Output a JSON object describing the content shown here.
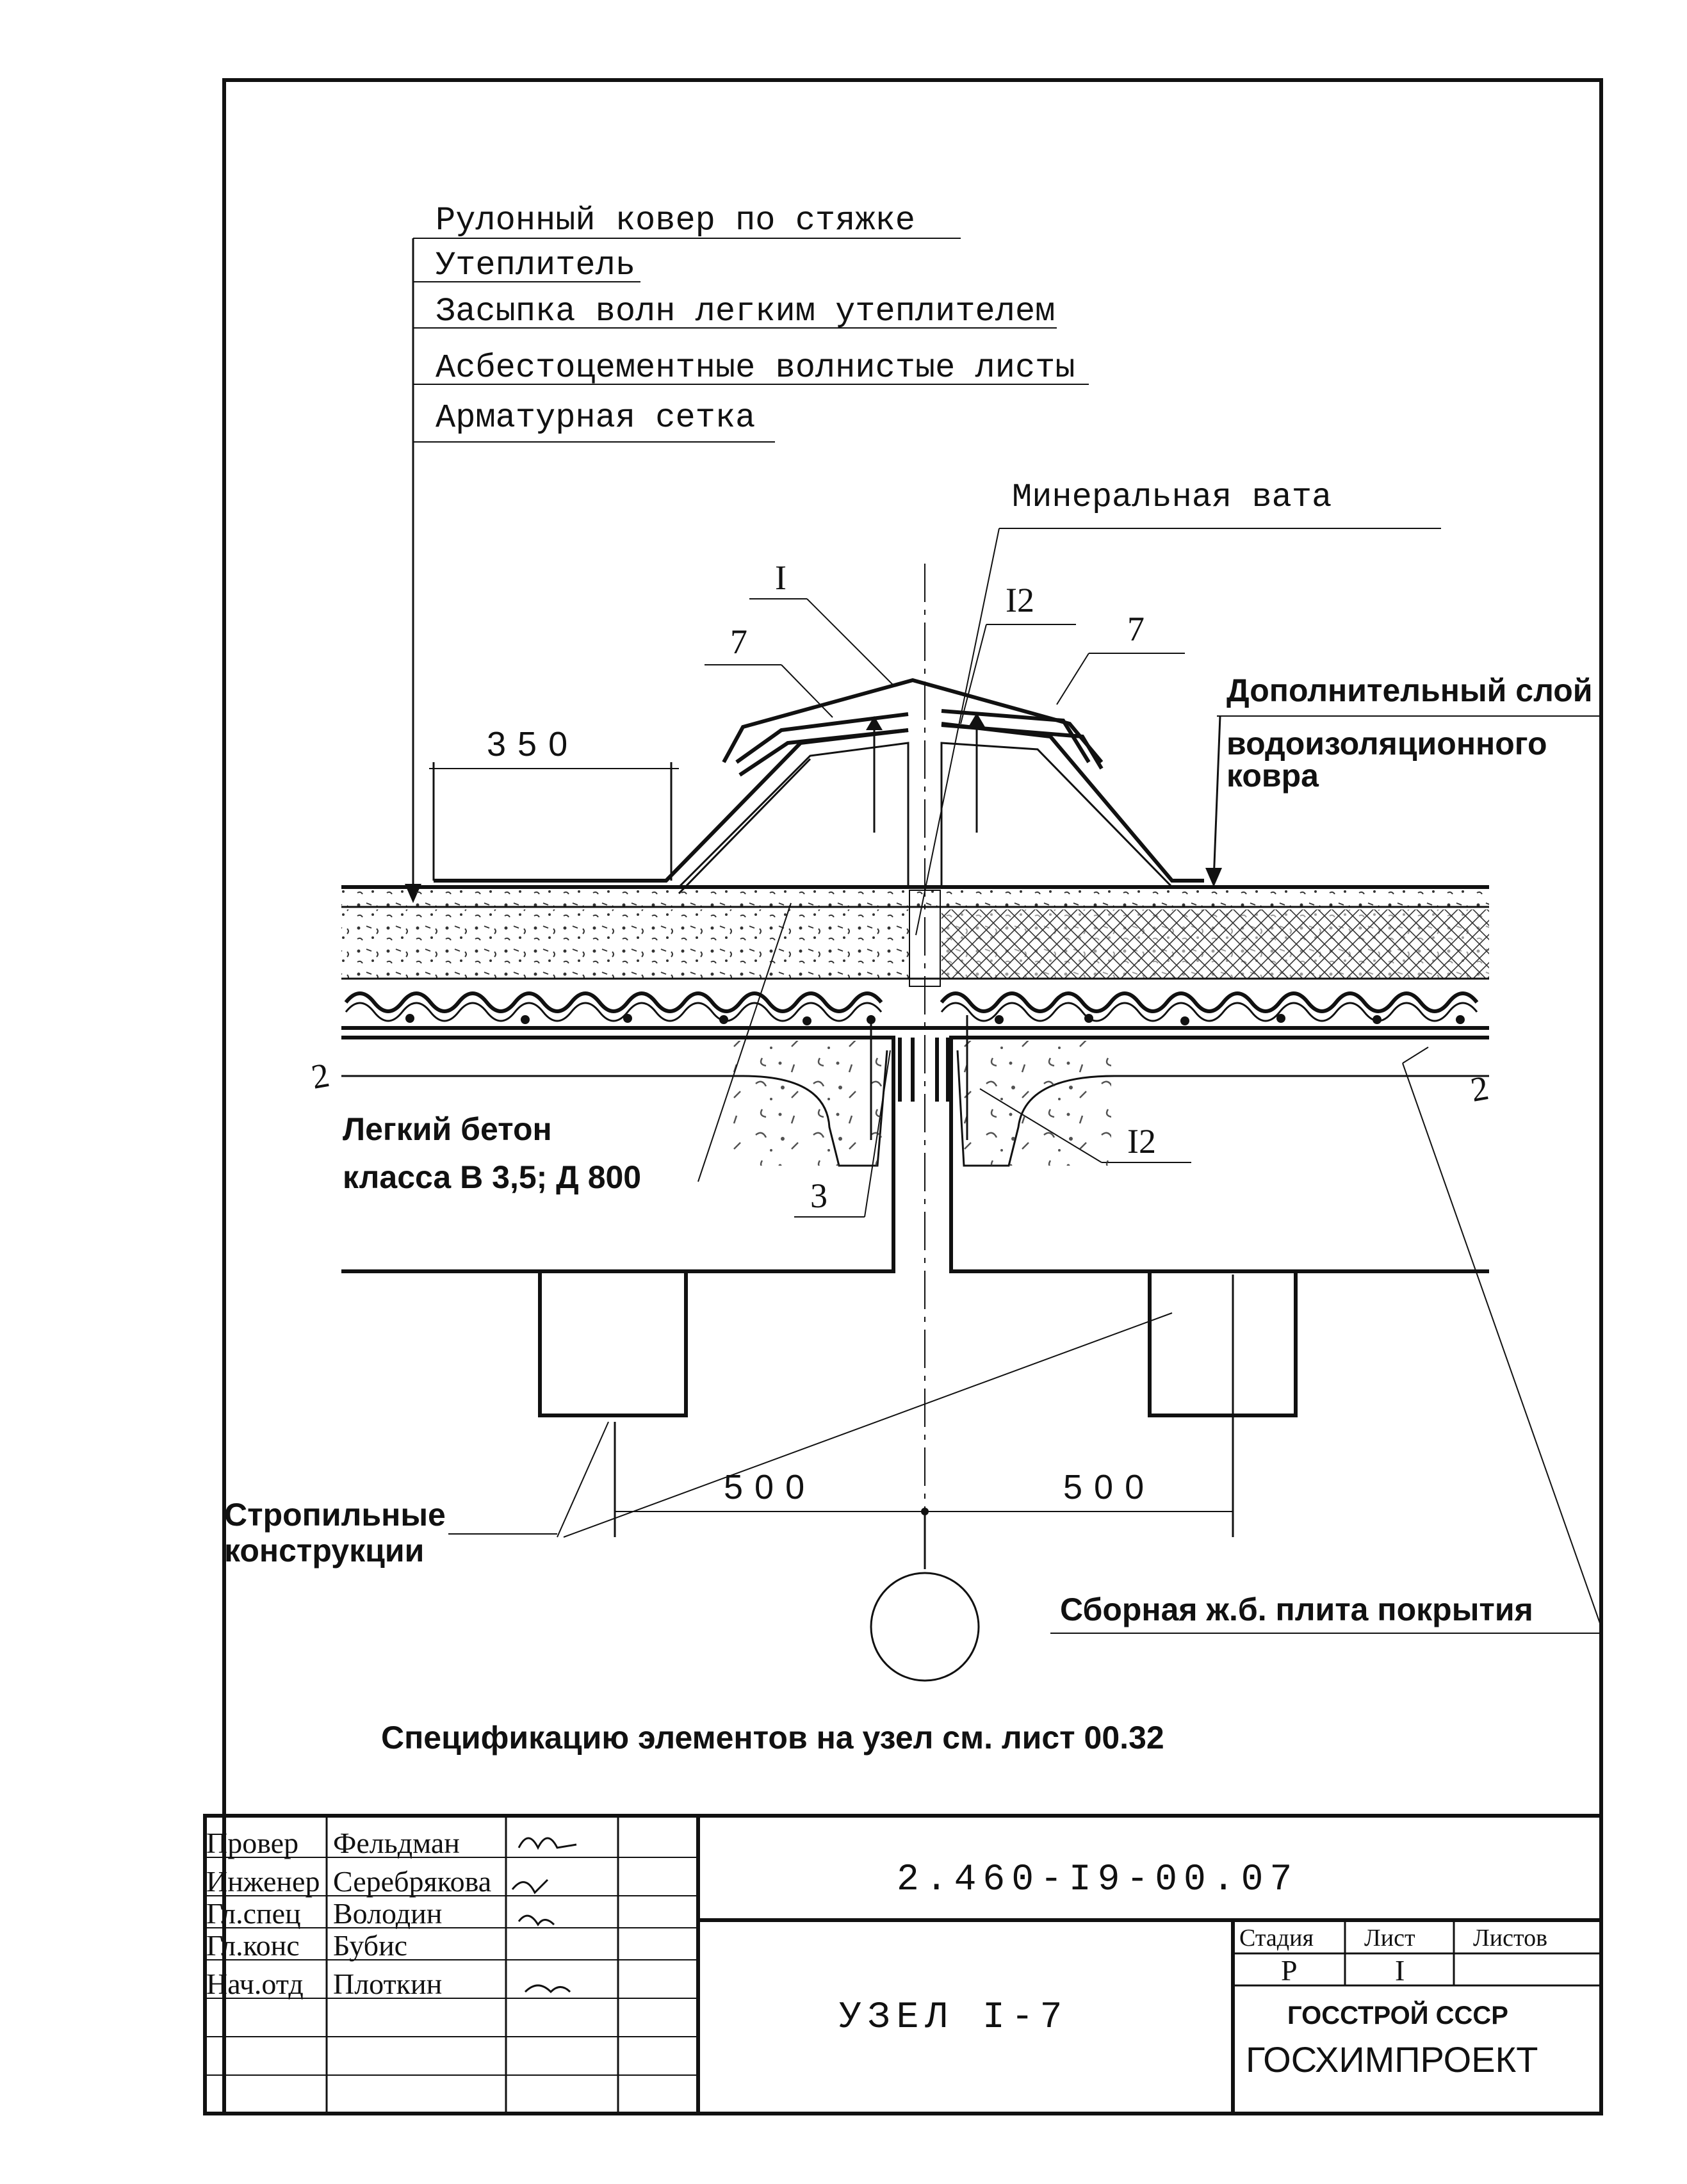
{
  "layer_labels": [
    "Рулонный ковер по стяжке",
    "Утеплитель",
    "Засыпка волн легким утеплителем",
    "Асбестоцементные волнистые листы",
    "Арматурная сетка"
  ],
  "callouts": {
    "mineral_wool": "Минеральная вата",
    "extra_layer_1": "Дополнительный слой",
    "extra_layer_2": "водоизоляционного",
    "extra_layer_3": "ковра",
    "light_concrete_1": "Легкий бетон",
    "light_concrete_2": "класса В 3,5; Д 800",
    "rafters_1": "Стропильные",
    "rafters_2": "конструкции",
    "slab": "Сборная ж.б. плита покрытия"
  },
  "marks": {
    "pos_1": "I",
    "pos_12_top": "I2",
    "pos_7_left": "7",
    "pos_7_right": "7",
    "pos_12_bottom": "I2",
    "pos_3": "3",
    "section_left": "2",
    "section_right": "2"
  },
  "dimensions": {
    "d350": "350",
    "d500_left": "500",
    "d500_right": "500"
  },
  "note": "Спецификацию элементов на узел см. лист 00.32",
  "title_block": {
    "rows": [
      {
        "role": "Провер",
        "name": "Фельдман"
      },
      {
        "role": "Инженер",
        "name": "Серебрякова"
      },
      {
        "role": "Гл.спец",
        "name": "Володин"
      },
      {
        "role": "Гл.конс",
        "name": "Бубис"
      },
      {
        "role": "Нач.отд",
        "name": "Плоткин"
      }
    ],
    "document_code": "2.460-I9-00.07",
    "sheet_title": "УЗЕЛ I-7",
    "stage_header": "Стадия",
    "sheet_header": "Лист",
    "sheets_header": "Листов",
    "stage_value": "Р",
    "sheet_value": "I",
    "org_line1": "ГОССТРОЙ СССР",
    "org_line2": "ГОСХИМПРОЕКТ"
  }
}
